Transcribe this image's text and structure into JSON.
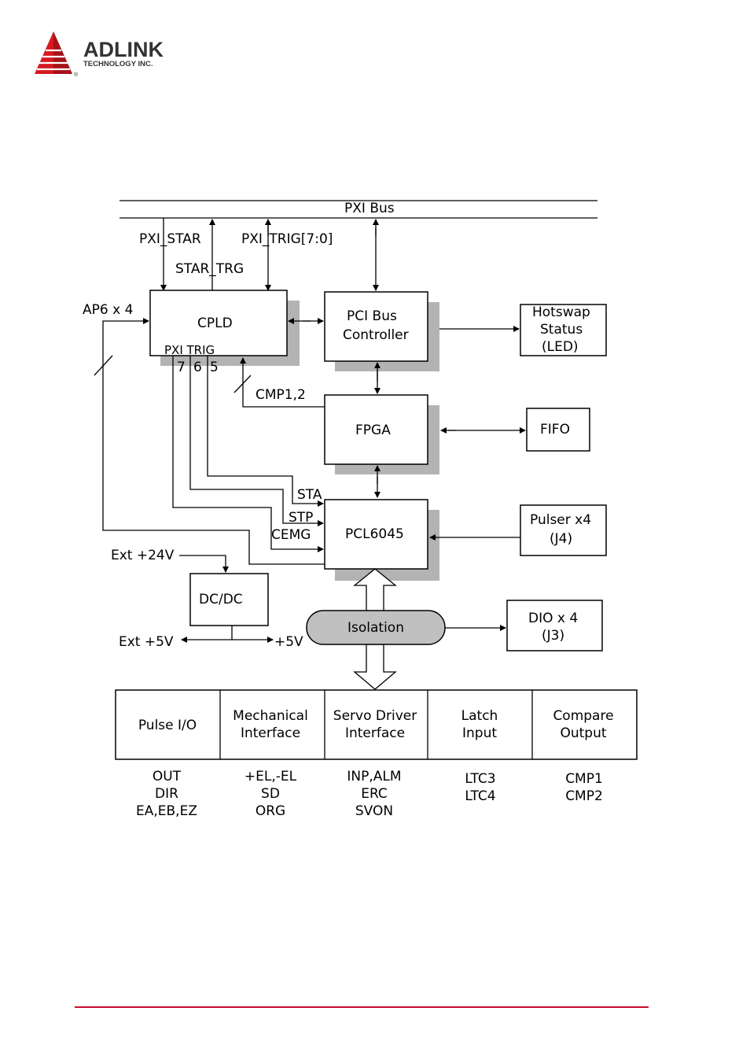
{
  "brand": {
    "name": "ADLINK",
    "subtitle": "TECHNOLOGY INC.",
    "registered": "®",
    "color": "#d71920"
  },
  "diagram": {
    "bus": "PXI Bus",
    "pxi_star": "PXI_STAR",
    "pxi_trig_bus": "PXI_TRIG[7:0]",
    "star_trg": "STAR_TRG",
    "ap6": "AP6 x 4",
    "cpld": "CPLD",
    "pxi_trig": "PXI TRIG",
    "trig7": "7",
    "trig6": "6",
    "trig5": "5",
    "pci_line1": "PCI Bus",
    "pci_line2": "Controller",
    "hotswap_line1": "Hotswap",
    "hotswap_line2": "Status",
    "hotswap_line3": "(LED)",
    "cmp12": "CMP1,2",
    "fpga": "FPGA",
    "fifo": "FIFO",
    "sta": "STA",
    "stp": "STP",
    "cemg": "CEMG",
    "pcl": "PCL6045",
    "pulser_line1": "Pulser x4",
    "pulser_line2": "(J4)",
    "ext24": "Ext +24V",
    "dcdc": "DC/DC",
    "isolation": "Isolation",
    "dio_line1": "DIO x 4",
    "dio_line2": "(J3)",
    "ext5": "Ext +5V",
    "plus5": "+5V",
    "cells": [
      {
        "line1": "Pulse I/O",
        "line2": "",
        "sig1": "OUT",
        "sig2": "DIR",
        "sig3": "EA,EB,EZ"
      },
      {
        "line1": "Mechanical",
        "line2": "Interface",
        "sig1": "+EL,-EL",
        "sig2": "SD",
        "sig3": "ORG"
      },
      {
        "line1": "Servo Driver",
        "line2": "Interface",
        "sig1": "INP,ALM",
        "sig2": "ERC",
        "sig3": "SVON"
      },
      {
        "line1": "Latch",
        "line2": "Input",
        "sig1": "LTC3",
        "sig2": "LTC4",
        "sig3": ""
      },
      {
        "line1": "Compare",
        "line2": "Output",
        "sig1": "CMP1",
        "sig2": "CMP2",
        "sig3": ""
      }
    ]
  },
  "colors": {
    "footer_line": "#c8102e",
    "shadow": "#b3b3b3",
    "isolation_fill": "#c0c0c0"
  }
}
